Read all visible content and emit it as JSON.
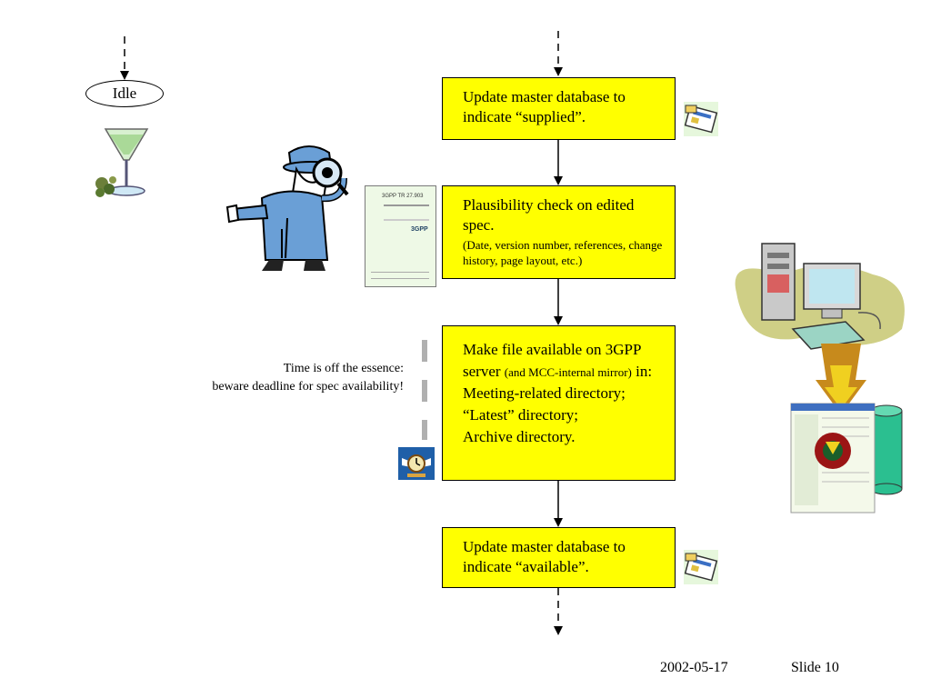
{
  "idle_label": "Idle",
  "steps": [
    {
      "title": "Update master database to indicate “supplied”."
    },
    {
      "title": "Plausibility check on edited spec.",
      "detail": "(Date, version number, references, change history, page layout, etc.)"
    },
    {
      "title_a": "Make file available on 3GPP server",
      "title_small": "(and MCC-internal mirror)",
      "title_b": "in:",
      "items": [
        "Meeting-related directory;",
        "“Latest” directory;",
        "Archive directory."
      ]
    },
    {
      "title": "Update master database to indicate “available”."
    }
  ],
  "note": {
    "line1": "Time is off the essence:",
    "line2": "beware deadline for spec availability!"
  },
  "spec_document": {
    "heading": "3GPP TR 27.903",
    "brand": "3GPP"
  },
  "footer": {
    "date": "2002-05-17",
    "slide": "Slide 10"
  },
  "colors": {
    "box_fill": "#ffff00",
    "line": "#000000",
    "dashed_marker": "#b0b0b0"
  },
  "icons": [
    "martini-glass-icon",
    "detective-magnifier-icon",
    "database-card-icon",
    "winged-clock-icon",
    "computer-workstation-icon",
    "download-arrow-icon",
    "file-server-icon"
  ]
}
